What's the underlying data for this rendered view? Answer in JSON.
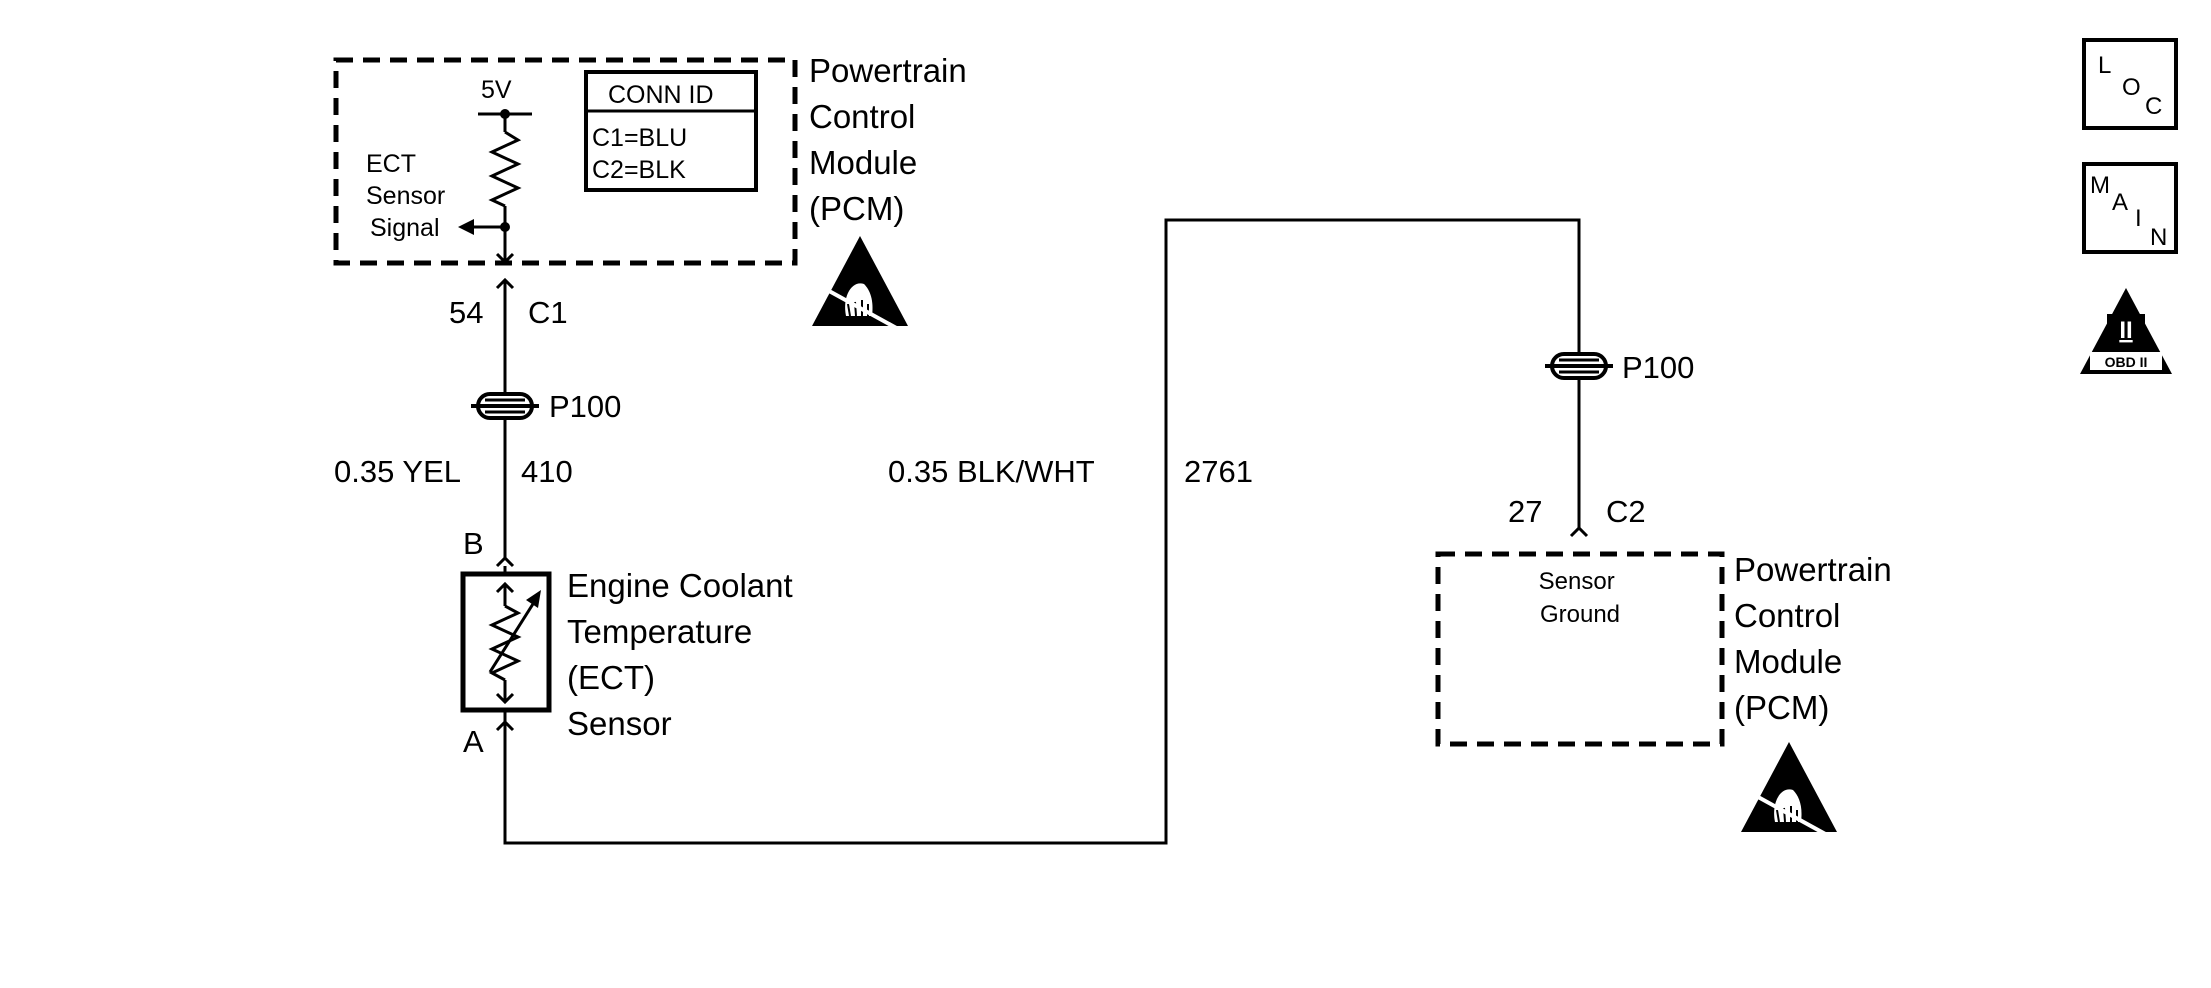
{
  "pcm_top": {
    "title_lines": [
      "Powertrain",
      "Control",
      "Module",
      "(PCM)"
    ],
    "voltage": "5V",
    "signal_lines": [
      "ECT",
      "Sensor",
      "Signal"
    ],
    "conn_id": {
      "header": "CONN ID",
      "rows": [
        "C1=BLU",
        "C2=BLK"
      ]
    },
    "pin": "54",
    "connector": "C1"
  },
  "left_circuit": {
    "splice": "P100",
    "wire_color": "0.35 YEL",
    "circuit_number": "410"
  },
  "ect_sensor": {
    "pin_top": "B",
    "pin_bottom": "A",
    "label_lines": [
      "Engine Coolant",
      "Temperature",
      "(ECT)",
      "Sensor"
    ]
  },
  "middle_circuit": {
    "wire_color": "0.35 BLK/WHT",
    "circuit_number": "2761"
  },
  "right_circuit": {
    "splice": "P100"
  },
  "pcm_bottom": {
    "pin": "27",
    "connector": "C2",
    "ground_lines": [
      "Sensor",
      "Ground"
    ],
    "title_lines": [
      "Powertrain",
      "Control",
      "Module",
      "(PCM)"
    ]
  },
  "side_icons": {
    "loc": [
      "L",
      "O",
      "C"
    ],
    "main": [
      "M",
      "A",
      "I",
      "N"
    ],
    "obd": {
      "numeral": "II",
      "label": "OBD II"
    }
  }
}
